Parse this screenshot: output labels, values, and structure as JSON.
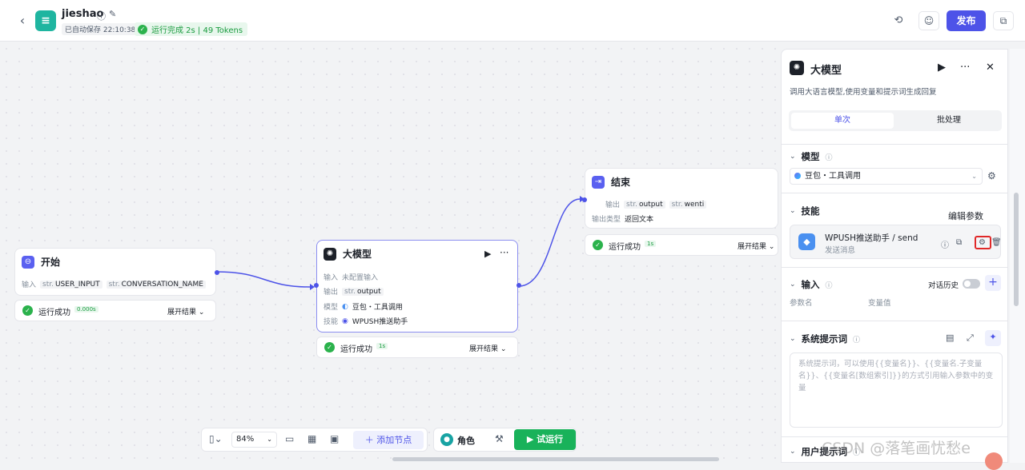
{
  "header": {
    "back_icon": "chevron-left-icon",
    "app_name": "jieshao",
    "saved_text": "已自动保存 22:10:38",
    "run_status": "运行完成 2s | 49 Tokens",
    "publish_label": "发布",
    "logo_glyph": "≡"
  },
  "nodes": {
    "start": {
      "title": "开始",
      "input_label": "输入",
      "inputs": [
        {
          "type": "str.",
          "name": "USER_INPUT"
        },
        {
          "type": "str.",
          "name": "CONVERSATION_NAME"
        }
      ],
      "status": "运行成功",
      "time": "0.000s",
      "expand": "展开结果"
    },
    "llm": {
      "title": "大模型",
      "input_label": "输入",
      "input_value": "未配置输入",
      "output_label": "输出",
      "output_type": "str.",
      "output_name": "output",
      "model_label": "模型",
      "model_value": "豆包・工具调用",
      "skill_label": "技能",
      "skill_value": "WPUSH推送助手",
      "status": "运行成功",
      "time": "1s",
      "expand": "展开结果"
    },
    "end": {
      "title": "结束",
      "output_label": "输出",
      "outputs": [
        {
          "type": "str.",
          "name": "output"
        },
        {
          "type": "str.",
          "name": "wenti"
        }
      ],
      "output_type_label": "输出类型",
      "output_type_value": "返回文本",
      "status": "运行成功",
      "time": "1s",
      "expand": "展开结果"
    }
  },
  "toolbar": {
    "zoom": "84%",
    "add_node": "添加节点",
    "role": "角色",
    "trial_run": "试运行"
  },
  "panel": {
    "title": "大模型",
    "description": "调用大语言模型,使用变量和提示词生成回复",
    "tabs": {
      "single": "单次",
      "batch": "批处理"
    },
    "model_section": "模型",
    "model_value": "豆包・工具调用",
    "skills_section": "技能",
    "skill_name": "WPUSH推送助手 / send",
    "skill_desc": "发送消息",
    "tooltip": "编辑参数",
    "input_section": "输入",
    "history_label": "对话历史",
    "param_name_label": "参数名",
    "param_value_label": "变量值",
    "system_prompt_section": "系统提示词",
    "system_prompt_placeholder": "系统提示词，可以使用{{变量名}}、{{变量名.子变量名}}、{{变量名[数组索引]}}的方式引用输入参数中的变量",
    "user_prompt_section": "用户提示词"
  },
  "watermark": "CSDN @落笔画忧愁e",
  "colors": {
    "accent": "#4d53e8",
    "success": "#2bb24c",
    "trial": "#19b25a",
    "highlight": "#e02929"
  }
}
